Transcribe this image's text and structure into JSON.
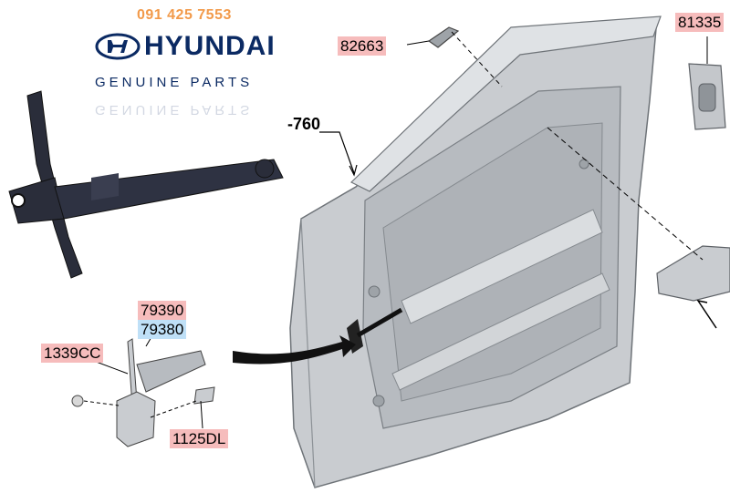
{
  "header": {
    "phone": "091 425 7553",
    "brand": "HYUNDAI",
    "tagline": "GENUINE PARTS"
  },
  "labels": {
    "p82663": "82663",
    "p81335": "81335",
    "p760": "-760",
    "p79390": "79390",
    "p79380": "79380",
    "p1339cc": "1339CC",
    "p1125dl": "1125DL"
  },
  "colors": {
    "label_red_bg": "#f6bcbc",
    "label_blue_bg": "#bfe0f7",
    "phone": "#f29a4a",
    "brand": "#0b2a63"
  }
}
